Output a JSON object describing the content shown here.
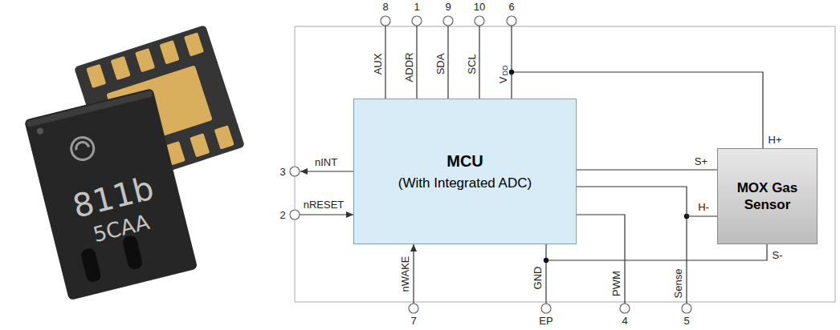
{
  "diagram": {
    "nodes": [
      {
        "text": [
          "MCU",
          "(With Integrated ADC)"
        ]
      },
      {
        "text": [
          "MOX Gas Sensor"
        ]
      }
    ],
    "edges": [
      {
        "from": 0,
        "to": 1,
        "arrow": "none"
      },
      {
        "from": 0,
        "to": 1,
        "arrow": "none"
      }
    ],
    "labels": [
      "8",
      "1",
      "9",
      "10",
      "6",
      "AUX",
      "ADDR",
      "SDA",
      "SCL",
      "V",
      "DD",
      "3",
      "nINT",
      "2",
      "nRESET",
      "nWAKE",
      "7",
      "GND",
      "EP",
      "PWM",
      "4",
      "Sense",
      "5",
      "H+",
      "S+",
      "H-",
      "S-",
      "811b",
      "5CAA"
    ]
  }
}
